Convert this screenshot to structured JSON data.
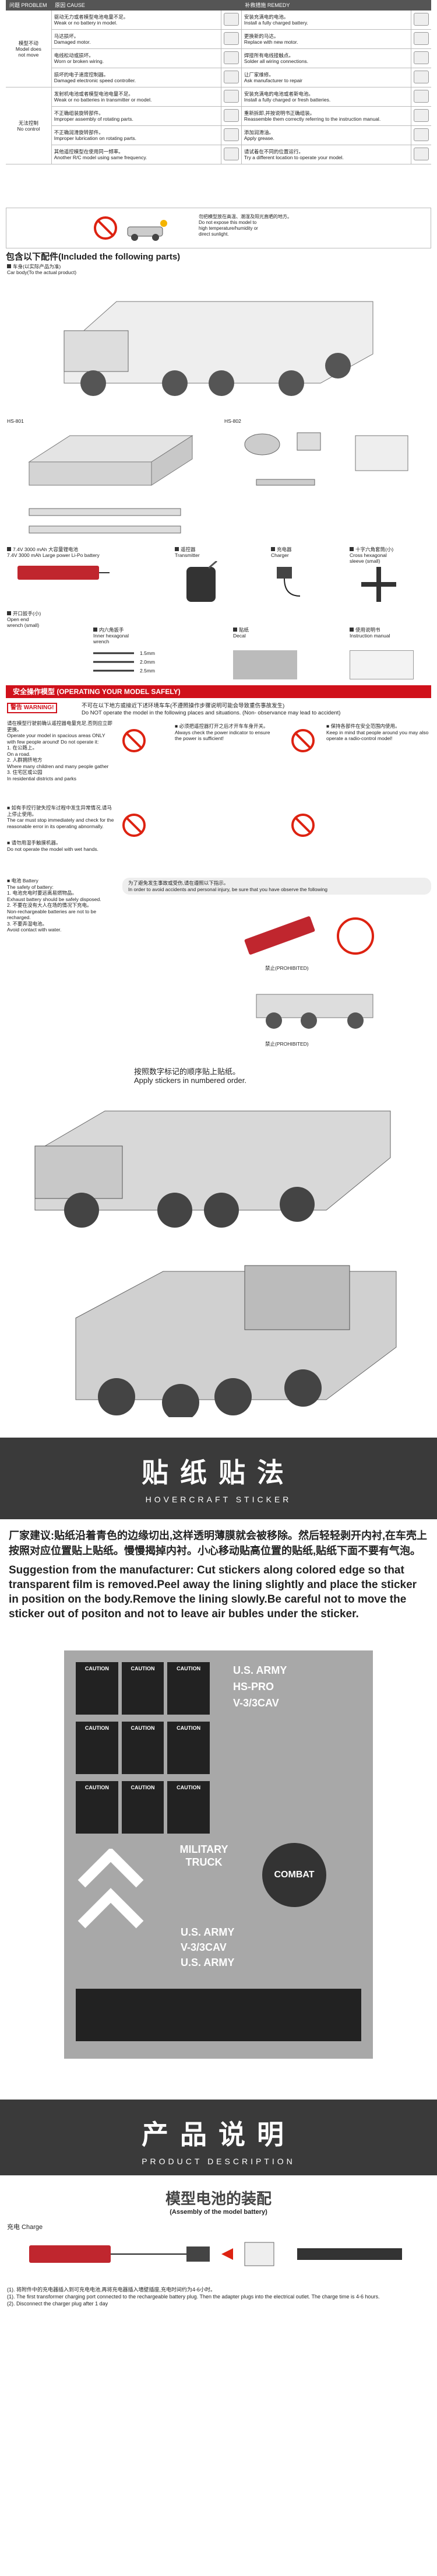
{
  "trouble": {
    "headers": {
      "problem": "问题 PROBLEM",
      "cause": "原因 CAUSE",
      "remedy": "补救措施 REMEDY"
    },
    "groups": [
      {
        "label": "模型不动\nModel does\nnot move",
        "rows": [
          {
            "cause": "驱动无力或者模型电池电量不足。\nWeak or no battery in model.",
            "remedy": "安装充满电的电池。\nInstall a fully charged battery."
          },
          {
            "cause": "马达损坏。\nDamaged motor.",
            "remedy": "更换新的马达。\nReplace with new motor."
          },
          {
            "cause": "电线松动或损坏。\nWorn or broken wiring.",
            "remedy": "焊接所有电线接触点。\nSolder all wiring connections."
          },
          {
            "cause": "损坏的电子速度控制器。\nDamaged electronic speed controller.",
            "remedy": "让厂家维修。\nAsk manufacturer to repair"
          }
        ]
      },
      {
        "label": "无法控制\nNo control",
        "rows": [
          {
            "cause": "发射机电池或者模型电池电量不足。\nWeak or no batteries in transmitter or model.",
            "remedy": "安装充满电的电池或者新电池。\nInstall a fully charged or fresh batteries."
          },
          {
            "cause": "不正确组装旋转部件。\nImproper assembly of rotating parts.",
            "remedy": "重新拆卸,并按说明书正确组装。\nReassemble them correctly referring to the instruction manual."
          },
          {
            "cause": "不正确润滑旋转部件。\nImproper lubrication on rotating parts.",
            "remedy": "添加润滑油。\nApply grease."
          },
          {
            "cause": "其他遥控模型在使用同一频率。\nAnother R/C model using same frequency.",
            "remedy": "请试着在不同的位置运行。\nTry a different location to operate your model."
          }
        ]
      }
    ],
    "note": "勿把模型放在高温、潮湿及阳光直晒的地方。\nDo not expose this model to\nhigh temperature/humidity or\ndirect sunlight."
  },
  "parts": {
    "title": "包含以下配件(Included the following parts)",
    "car_body": "车身(以实际产品为准)\nCar body(To the actual product)",
    "hs801": "HS-801",
    "hs802": "HS-802",
    "battery": "7.4V 3000 mAh 大容量锂电池\n7.4V 3000 mAh Large power Li-Po battery",
    "transmitter": "遥控器\nTransmitter",
    "charger": "充电器\nCharger",
    "cross_wrench": "十字六角套筒(小)\nCross hexagonal\nsleeve (small)",
    "open_wrench": "开口扳手(小)\nOpen end\nwrench (small)",
    "hex_wrench": "内六角扳手\nInner hexagonal\nwrench",
    "decal": "贴纸\nDecal",
    "manual": "使用说明书\nInstruction manual",
    "sizes": [
      "1.5mm",
      "2.0mm",
      "2.5mm"
    ]
  },
  "safety": {
    "title": "安全操作模型 (OPERATING YOUR MODEL SAFELY)",
    "warning": "警告 WARNING!",
    "intro": "不可在以下地方或接近下述环境车车(不遵照操作步骤说明可能会导致重伤事故发生)\nDo NOT operate the model in the following places and situations. (Non- observance may lead to accident)",
    "left1": "请在模型行驶前确认遥控器电量充足,否则应立即更换。\nOperate your model in spacious areas ONLY with few people around! Do not operate it:\n1. 在公路上。\n   On a road.\n2. 人群拥挤地方\n   Where many children and many people gather\n3. 住宅区或公园\n   In residential districts and parks",
    "left2": "■ 如有手控行驶失控车过程中发生异常情况,请马上停止使用。\nThe car must stop immediately and check for the reasonable error in its operating abnormally.",
    "left3": "■ 请勿用湿手触摸机器。\nDo not operate the model with wet hands.",
    "right1": "■ 必须把遥控器打开之后才开车车身开关。\nAlways check the power indicator to ensure the power is sufficient!",
    "right2": "■ 保持各部件在安全范围内使用。\nKeep in mind that people around you may also operate a radio-control model!",
    "pill": "为了避免发生事故或受伤,请在遵照以下指示。\nIn order to avoid accidents and personal injury, be sure that you have observe the following",
    "left4": "■ 电池 Battery\nThe safety of battery:\n1. 电池充电时要远离易燃物品。\n   Exhaust battery should be safely disposed.\n2. 不要在没有大人在场的情况下充电。\n   Non-rechargeable batteries are not to be recharged.\n3. 不要弄湿电池。\n   Avoid contact with water.",
    "prohibit": "禁止(PROHIBITED)"
  },
  "numbered": {
    "cn": "按照数字标记的顺序贴上贴纸。",
    "en": "Apply stickers in numbered order."
  },
  "sticker_banner": {
    "cn": "贴纸贴法",
    "en": "HOVERCRAFT STICKER"
  },
  "suggestion": {
    "cn": "厂家建议:贴纸沿着青色的边缘切出,这样透明薄膜就会被移除。然后轻轻剥开内衬,在车壳上按照对应位置贴上贴纸。慢慢揭掉内衬。小心移动贴高位置的贴纸,贴纸下面不要有气泡。",
    "en": "Suggestion from the manufacturer: Cut stickers along colored edge so that transparent film is removed.Peel away the lining slightly and place the sticker in position on the body.Remove the lining slowly.Be careful not to move the sticker out of positon and not to leave air bubles under the sticker."
  },
  "sheet": {
    "labels": [
      "CAUTION",
      "U.S. ARMY",
      "HS-PRO",
      "V-3/3CAV",
      "MILITARY TRUCK",
      "COMBAT",
      "U.S. ARMY",
      "V-3/3CAV",
      "U.S. ARMY"
    ]
  },
  "instr_banner": {
    "cn": "产品说明",
    "en": "PRODUCT DESCRIPTION"
  },
  "assembly": {
    "title": "模型电池的装配",
    "subtitle": "(Assembly of the model battery)",
    "charge": "充电 Charge",
    "steps": "(1). 将附件中的充电器插入到可充电电池,再将充电器插入墙壁插座,充电时间约为4-6小时。\n(1). The first transformer charging port connected to the rechargeable battery plug. Then the adapter plugs into the electrical outlet. The charge time is 4-6 hours.\n(2). Disconnect the charger plug after 1 day"
  }
}
